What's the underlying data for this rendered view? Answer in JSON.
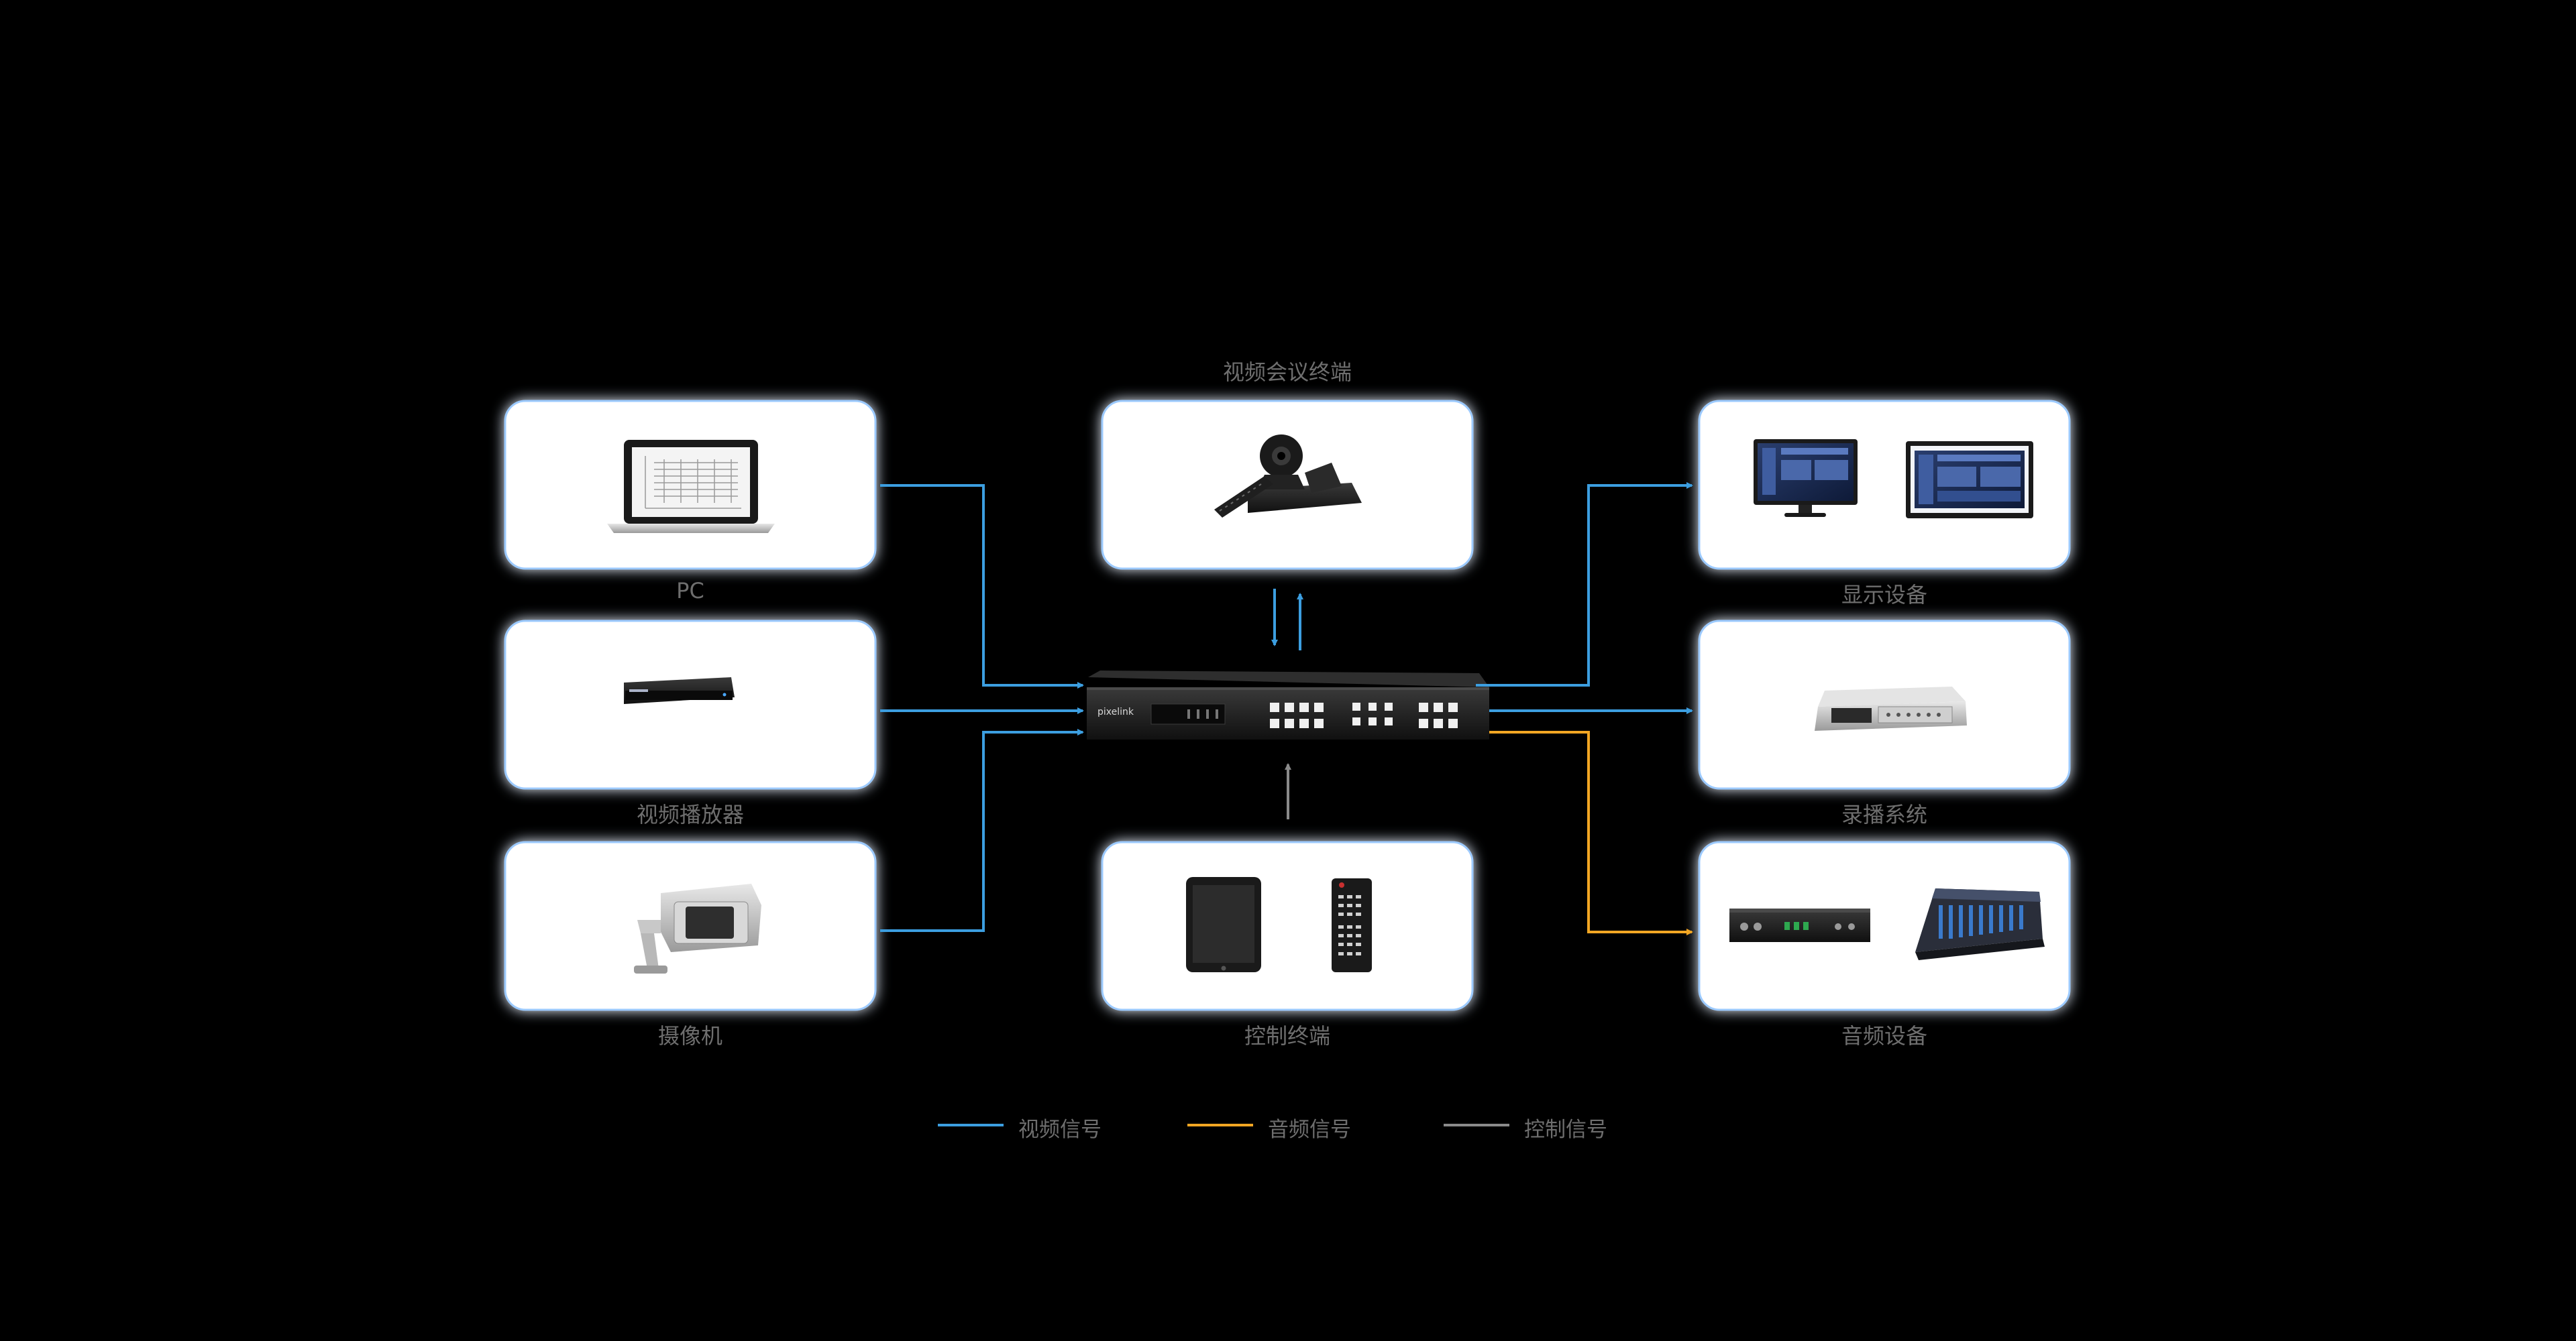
{
  "nodes": {
    "pc": {
      "label": "PC"
    },
    "video_player": {
      "label": "视频播放器"
    },
    "camera": {
      "label": "摄像机"
    },
    "vc_terminal": {
      "label": "视频会议终端"
    },
    "control_terminal": {
      "label": "控制终端"
    },
    "display": {
      "label": "显示设备"
    },
    "recording": {
      "label": "录播系统"
    },
    "audio": {
      "label": "音频设备"
    }
  },
  "center": {
    "brand": "pixelink"
  },
  "legend": [
    {
      "name": "视频信号",
      "color": "#3c9ee0"
    },
    {
      "name": "音频信号",
      "color": "#f2a623"
    },
    {
      "name": "控制信号",
      "color": "#8a8a8a"
    }
  ],
  "colors": {
    "video": "#3c9ee0",
    "audio": "#f2a623",
    "control": "#8a8a8a",
    "card_glow": "#6fb2ff"
  }
}
